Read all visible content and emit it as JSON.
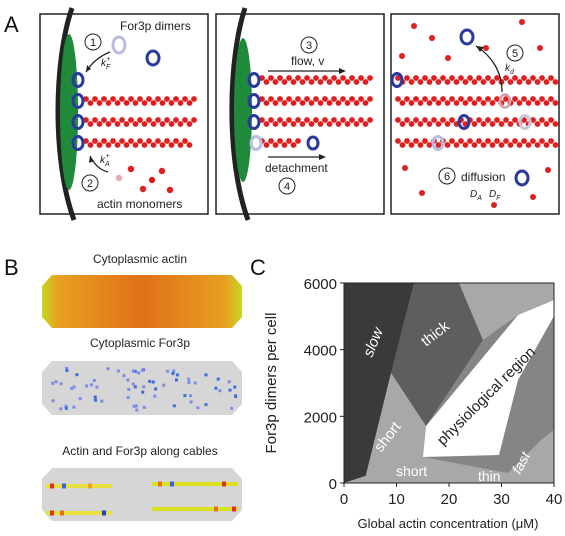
{
  "panel_labels": {
    "a": "A",
    "b": "B",
    "c": "C"
  },
  "panel_a": {
    "step_numbers": [
      "1",
      "2",
      "3",
      "4",
      "5",
      "6"
    ],
    "labels": {
      "for3p_dimers": "For3p dimers",
      "actin_monomers": "actin monomers",
      "flow": "flow, v",
      "detachment": "detachment",
      "diffusion": "diffusion",
      "k_f": "k",
      "k_f_sub": "F",
      "k_a": "k",
      "k_a_sub": "A",
      "k_plus": "+",
      "k_d": "k",
      "k_d_sub": "d",
      "d_a": "D",
      "d_a_sub": "A",
      "d_f": "D",
      "d_f_sub": "F"
    },
    "colors": {
      "actin": "#e02020",
      "formin": "#2a3a9c",
      "cortex": "#1f8a3a"
    }
  },
  "panel_b": {
    "titles": [
      "Cytoplasmic actin",
      "Cytoplasmic For3p",
      "Actin and For3p along cables"
    ]
  },
  "panel_c": {
    "region_labels": {
      "slow": "slow",
      "thick": "thick",
      "short_upper": "short",
      "short_lower": "short",
      "thin": "thin",
      "fast": "fast",
      "physiological": "physiological region"
    },
    "colors": {
      "darkest": "#3a3a3a",
      "dark": "#5e5e5e",
      "medium": "#858585",
      "light": "#a8a8a8",
      "physiological": "#ffffff"
    }
  },
  "chart_data": {
    "type": "heatmap",
    "xlabel": "Global actin concentration (μM)",
    "ylabel": "For3p dimers per cell",
    "xlim": [
      0,
      40
    ],
    "ylim": [
      0,
      6000
    ],
    "x_ticks": [
      "0",
      "10",
      "20",
      "30",
      "40"
    ],
    "y_ticks": [
      "0",
      "2000",
      "4000",
      "6000"
    ],
    "regions": [
      "slow",
      "thick",
      "short",
      "short",
      "thin",
      "fast",
      "physiological region"
    ]
  }
}
